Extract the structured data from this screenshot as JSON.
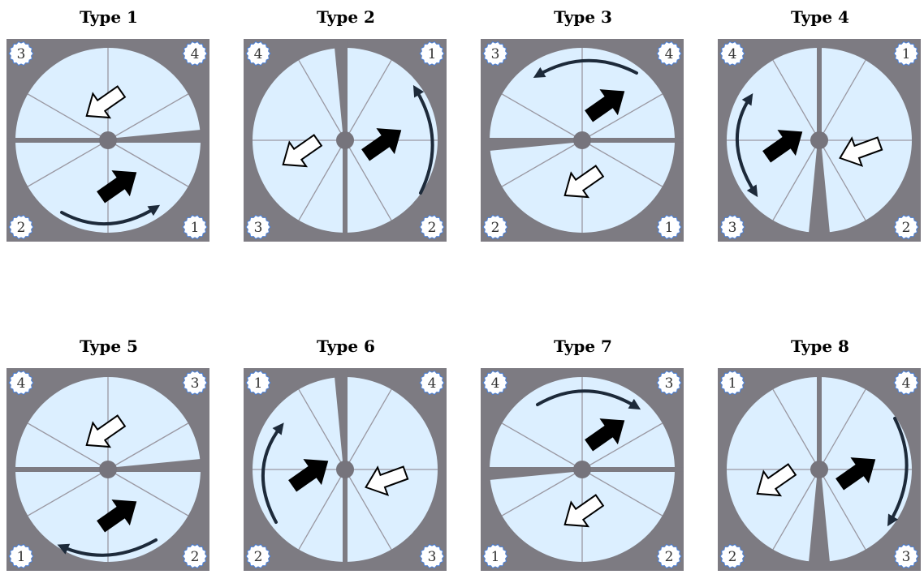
{
  "colors": {
    "frame": "#7d7b82",
    "disk": "#dcefff",
    "line": "#9a98a2",
    "hub": "#76747c",
    "badge": "#ffffff",
    "badge_edge": "#4a7fd6",
    "arrow_black": "#000000",
    "arrow_white": "#ffffff",
    "curve": "#1d2a3a"
  },
  "panels": [
    {
      "title": "Type 1",
      "corners": {
        "tl": "3",
        "tr": "4",
        "bl": "2",
        "br": "1"
      },
      "layout": "horizontal-slots",
      "black_arrow": "up-right-lower",
      "white_arrow": "down-left-upper",
      "curve": "bottom"
    },
    {
      "title": "Type 2",
      "corners": {
        "tl": "4",
        "tr": "1",
        "bl": "3",
        "br": "2"
      },
      "layout": "vertical-slots",
      "black_arrow": "right-up",
      "white_arrow": "left-down",
      "curve": "right"
    },
    {
      "title": "Type 3",
      "corners": {
        "tl": "3",
        "tr": "4",
        "bl": "2",
        "br": "1"
      },
      "layout": "horizontal-slots-left",
      "black_arrow": "up-right-upper",
      "white_arrow": "down-left-lower",
      "curve": "top"
    },
    {
      "title": "Type 4",
      "corners": {
        "tl": "4",
        "tr": "1",
        "bl": "3",
        "br": "2"
      },
      "layout": "vertical-slots-down",
      "black_arrow": "right-up-left",
      "white_arrow": "left-right",
      "curve": "left"
    },
    {
      "title": "Type 5",
      "corners": {
        "tl": "4",
        "tr": "3",
        "bl": "1",
        "br": "2"
      },
      "layout": "horizontal-slots",
      "black_arrow": "up-right-lower",
      "white_arrow": "down-left-upper",
      "curve": "bottom-rev"
    },
    {
      "title": "Type 6",
      "corners": {
        "tl": "1",
        "tr": "4",
        "bl": "2",
        "br": "3"
      },
      "layout": "vertical-slots",
      "black_arrow": "right-up-left",
      "white_arrow": "left-right",
      "curve": "left-rev"
    },
    {
      "title": "Type 7",
      "corners": {
        "tl": "4",
        "tr": "3",
        "bl": "1",
        "br": "2"
      },
      "layout": "horizontal-slots-left",
      "black_arrow": "up-right-upper",
      "white_arrow": "down-left-lower",
      "curve": "top-rev"
    },
    {
      "title": "Type 8",
      "corners": {
        "tl": "1",
        "tr": "4",
        "bl": "2",
        "br": "3"
      },
      "layout": "vertical-slots-down",
      "black_arrow": "right-up",
      "white_arrow": "left-down",
      "curve": "right-rev"
    }
  ]
}
